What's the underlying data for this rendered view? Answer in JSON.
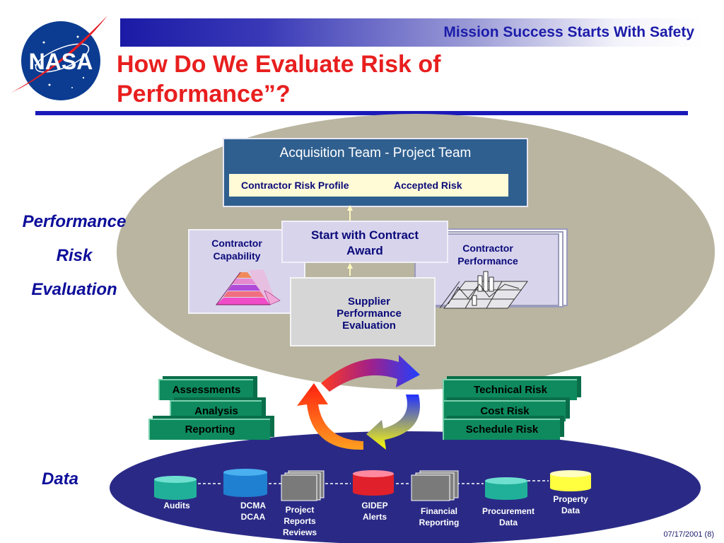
{
  "header": {
    "banner": "Mission Success Starts With Safety",
    "title_line1": "How Do We Evaluate Risk of",
    "title_line2": "Performance”?",
    "logo_text": "NASA"
  },
  "side_labels": {
    "performance": "Performance",
    "risk": "Risk",
    "evaluation": "Evaluation",
    "data": "Data"
  },
  "team_box": {
    "title": "Acquisition Team - Project Team",
    "profile": "Contractor Risk Profile",
    "accepted": "Accepted Risk"
  },
  "capability": {
    "line1": "Contractor",
    "line2": "Capability"
  },
  "start": {
    "line1": "Start with Contract",
    "line2": "Award"
  },
  "performance_box": {
    "line1": "Contractor",
    "line2": "Performance"
  },
  "supplier": {
    "line1": "Supplier",
    "line2": "Performance",
    "line3": "Evaluation"
  },
  "left_tabs": [
    "Assessments",
    "Analysis",
    "Reporting"
  ],
  "right_tabs": [
    "Technical Risk",
    "Cost Risk",
    "Schedule Risk"
  ],
  "data_sources": {
    "audits": "Audits",
    "dcma1": "DCMA",
    "dcma2": "DCAA",
    "proj1": "Project",
    "proj2": "Reports",
    "proj3": "Reviews",
    "gidep1": "GIDEP",
    "gidep2": "Alerts",
    "fin1": "Financial",
    "fin2": "Reporting",
    "proc1": "Procurement",
    "proc2": "Data",
    "prop1": "Property",
    "prop2": "Data"
  },
  "footer": {
    "date": "07/17/2001 (8)"
  },
  "colors": {
    "title_red": "#e81f1f",
    "banner_blue": "#1c1caa",
    "ellipse_tan": "#b9b5a0",
    "data_navy": "#2a2a86",
    "team_blue": "#2f5f8f",
    "tab_green": "#0e8a5e"
  }
}
